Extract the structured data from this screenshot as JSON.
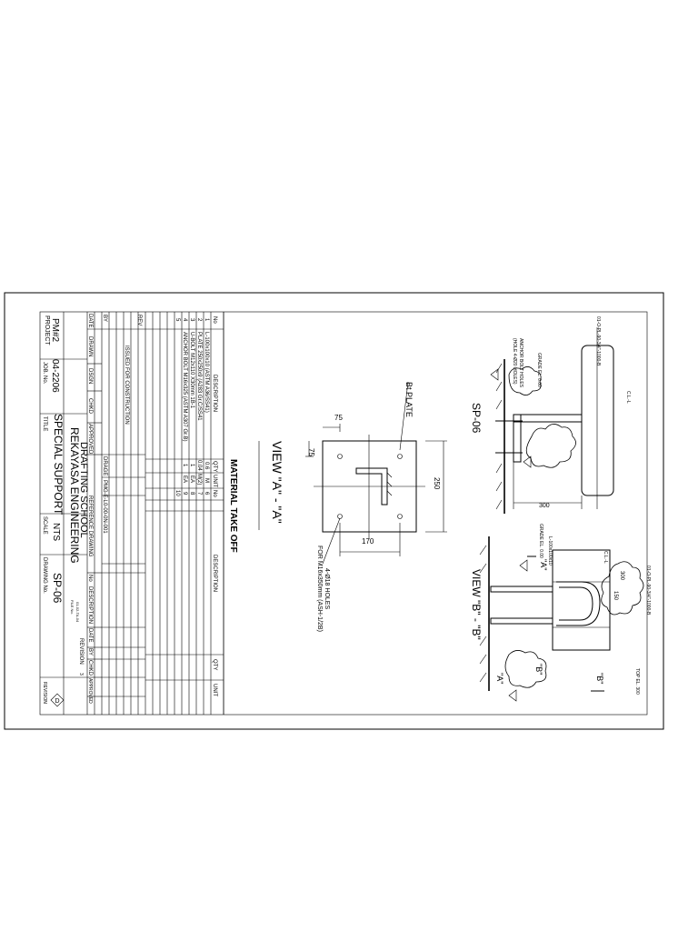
{
  "drawing": {
    "tag": "SP-06",
    "view_a": "VIEW \"A\" - \"A\"",
    "view_b": "VIEW \"B\" - \"B\"",
    "sec_a_mark": "\"A\"",
    "sec_b_mark": "\"B\"",
    "line_no_1": "01-O-PL-90-3/4\"-1000-B",
    "line_no_2": "01-O-PL-90-3/4\"-1000-B",
    "cl_label_1": "C.L.-L",
    "cl_label_2": "C.L.-L",
    "grade_1": "GRADE EL. 0.00",
    "grade_2": "GRADE EL. 0.00",
    "top_el": "TOP EL. 300",
    "dim_300": "300",
    "dim_150": "150",
    "note_anchor": "ANCHOR BOLT HOLES",
    "note_anchor2": "(HOLE 4-Ø20 HOLES)",
    "rev_tri": "A",
    "angle_label": "L-100x100x10",
    "base_plate_label": "Bt PLATE",
    "dim_250": "250",
    "dim_170": "170",
    "dim_75a": "75",
    "dim_75b": "75",
    "holes_note_1": "4-Ø18 HOLES",
    "holes_note_2": "FOR M16x350mm (ASH-1/2B)"
  },
  "mto": {
    "title": "MATERIAL TAKE OFF",
    "headers": [
      "No",
      "DESCRIPTION",
      "QTY",
      "UNIT",
      "No",
      "DESCRIPTION",
      "QTY",
      "UNIT"
    ],
    "rows": [
      {
        "no": "1",
        "desc": "L-100x100x10 (ASTM A36/SS41)",
        "qty": "0.6",
        "unit": "M",
        "ref": "6"
      },
      {
        "no": "2",
        "desc": "PLATE 250x250x9 (A283 Gr.C/SS41",
        "qty": "0.04",
        "unit": "M(2)",
        "ref": "7"
      },
      {
        "no": "3",
        "desc": "U-BOLT M12x110 X30mm 1B-1",
        "qty": "1",
        "unit": "EA",
        "ref": "8"
      },
      {
        "no": "4",
        "desc": "ANCHOR BOLT M16x325 (ASTM A307 Gr.B)",
        "qty": "1",
        "unit": "EA",
        "ref": "9"
      },
      {
        "no": "5",
        "desc": "",
        "qty": "",
        "unit": "",
        "ref": "10"
      }
    ]
  },
  "revision": {
    "rev_label": "REV",
    "date_label": "DATE",
    "by_label": "BY",
    "issue_text": "ISSUED FOR CONSTRUCTION",
    "drawn": "DRAWN",
    "dsgn": "DSGN",
    "chkd": "CHKD",
    "approved": "APPROVED",
    "ref_drawing": "REFERENCE DRAWING",
    "ref_no_label": "DRAGE",
    "ref_no": "PMG-E-L0-00-0N-001",
    "rev_cols": [
      "No",
      "DESCRIPTION",
      "DATE",
      "BY",
      "CHKD",
      "APPROVED"
    ],
    "revision_label": "REVISION",
    "rev_value": "3",
    "file_label": "FILE No.",
    "file_no": "01-02-TA-04"
  },
  "title_block": {
    "project_label": "PROJECT",
    "project": "PM#2",
    "job_label": "JOB. No.",
    "job": "04-2206",
    "title_label": "TITLE",
    "title": "SPECIAL SUPPORT",
    "company_1": "REKAYASA ENGINEERING",
    "company_2": "DRAFTING SCHOOL",
    "scale_label": "SCALE",
    "scale": "NTS",
    "drawing_label": "DRAWING No.",
    "drawing_no": "SP-06",
    "revision_label": "REVISION",
    "revision": "D"
  }
}
